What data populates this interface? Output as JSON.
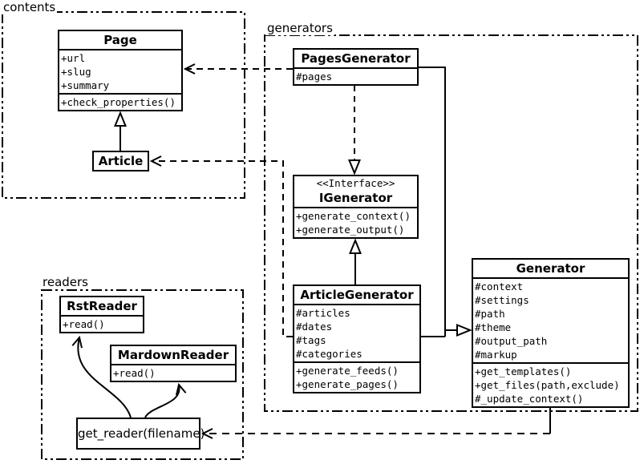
{
  "packages": {
    "contents": {
      "label": "contents"
    },
    "generators": {
      "label": "generators"
    },
    "readers": {
      "label": "readers"
    }
  },
  "classes": {
    "page": {
      "name": "Page",
      "attributes": [
        "+url",
        "+slug",
        "+summary"
      ],
      "methods": [
        "+check_properties()"
      ]
    },
    "article": {
      "name": "Article"
    },
    "pages_generator": {
      "name": "PagesGenerator",
      "attributes": [
        "#pages"
      ]
    },
    "igenerator": {
      "stereotype": "<<Interface>>",
      "name": "IGenerator",
      "methods": [
        "+generate_context()",
        "+generate_output()"
      ]
    },
    "article_generator": {
      "name": "ArticleGenerator",
      "attributes": [
        "#articles",
        "#dates",
        "#tags",
        "#categories"
      ],
      "methods": [
        "+generate_feeds()",
        "+generate_pages()"
      ]
    },
    "generator": {
      "name": "Generator",
      "attributes": [
        "#context",
        "#settings",
        "#path",
        "#theme",
        "#output_path",
        "#markup"
      ],
      "methods": [
        "+get_templates()",
        "+get_files(path,exclude)",
        "#_update_context()"
      ]
    },
    "rst_reader": {
      "name": "RstReader",
      "methods": [
        "+read()"
      ]
    },
    "markdown_reader": {
      "name": "MardownReader",
      "methods": [
        "+read()"
      ]
    },
    "get_reader": {
      "label": "get_reader(filename)"
    }
  },
  "relationships": {
    "article_extends_page": "generalization",
    "pages_generator_uses_page": "dependency",
    "article_generator_uses_article": "dependency",
    "pages_generator_realizes_igenerator": "realization",
    "article_generator_extends_igenerator": "generalization",
    "generators_extend_generator": "generalization",
    "generator_uses_get_reader": "dependency",
    "get_reader_to_rst_reader": "association",
    "get_reader_to_markdown_reader": "association"
  },
  "colors": {
    "stroke": "#000000",
    "background": "#ffffff"
  }
}
